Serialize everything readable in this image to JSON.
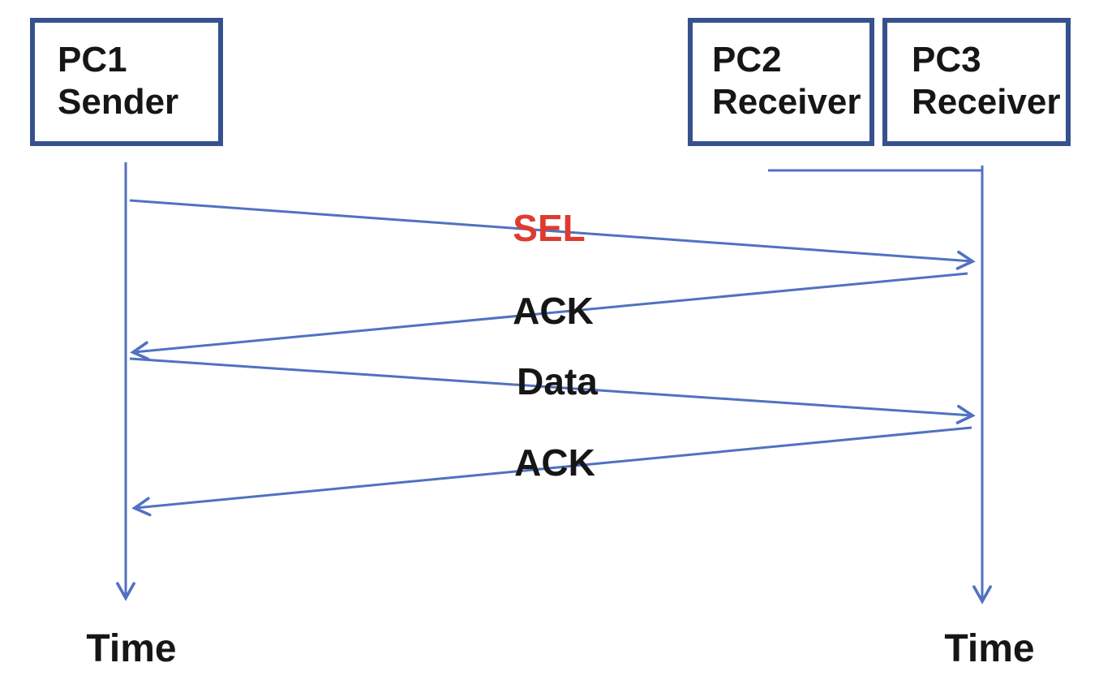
{
  "nodes": [
    {
      "id": "pc1",
      "title": "PC1",
      "subtitle": "Sender"
    },
    {
      "id": "pc2",
      "title": "PC2",
      "subtitle": "Receiver"
    },
    {
      "id": "pc3",
      "title": "PC3",
      "subtitle": "Receiver"
    }
  ],
  "messages": [
    {
      "label": "SEL",
      "from": "PC1 Sender",
      "to": "PC3 Receiver",
      "direction": "right",
      "label_color": "#e03a2e"
    },
    {
      "label": "ACK",
      "from": "PC3 Receiver",
      "to": "PC1 Sender",
      "direction": "left",
      "label_color": "#161616"
    },
    {
      "label": "Data",
      "from": "PC1 Sender",
      "to": "PC3 Receiver",
      "direction": "right",
      "label_color": "#161616"
    },
    {
      "label": "ACK",
      "from": "PC3 Receiver",
      "to": "PC1 Sender",
      "direction": "left",
      "label_color": "#161616"
    }
  ],
  "time_axis": {
    "left_label": "Time",
    "right_label": "Time"
  },
  "colors": {
    "line_blue": "#5171c1",
    "box_border": "#36518d",
    "sel_red": "#e03a2e",
    "text": "#161616"
  }
}
